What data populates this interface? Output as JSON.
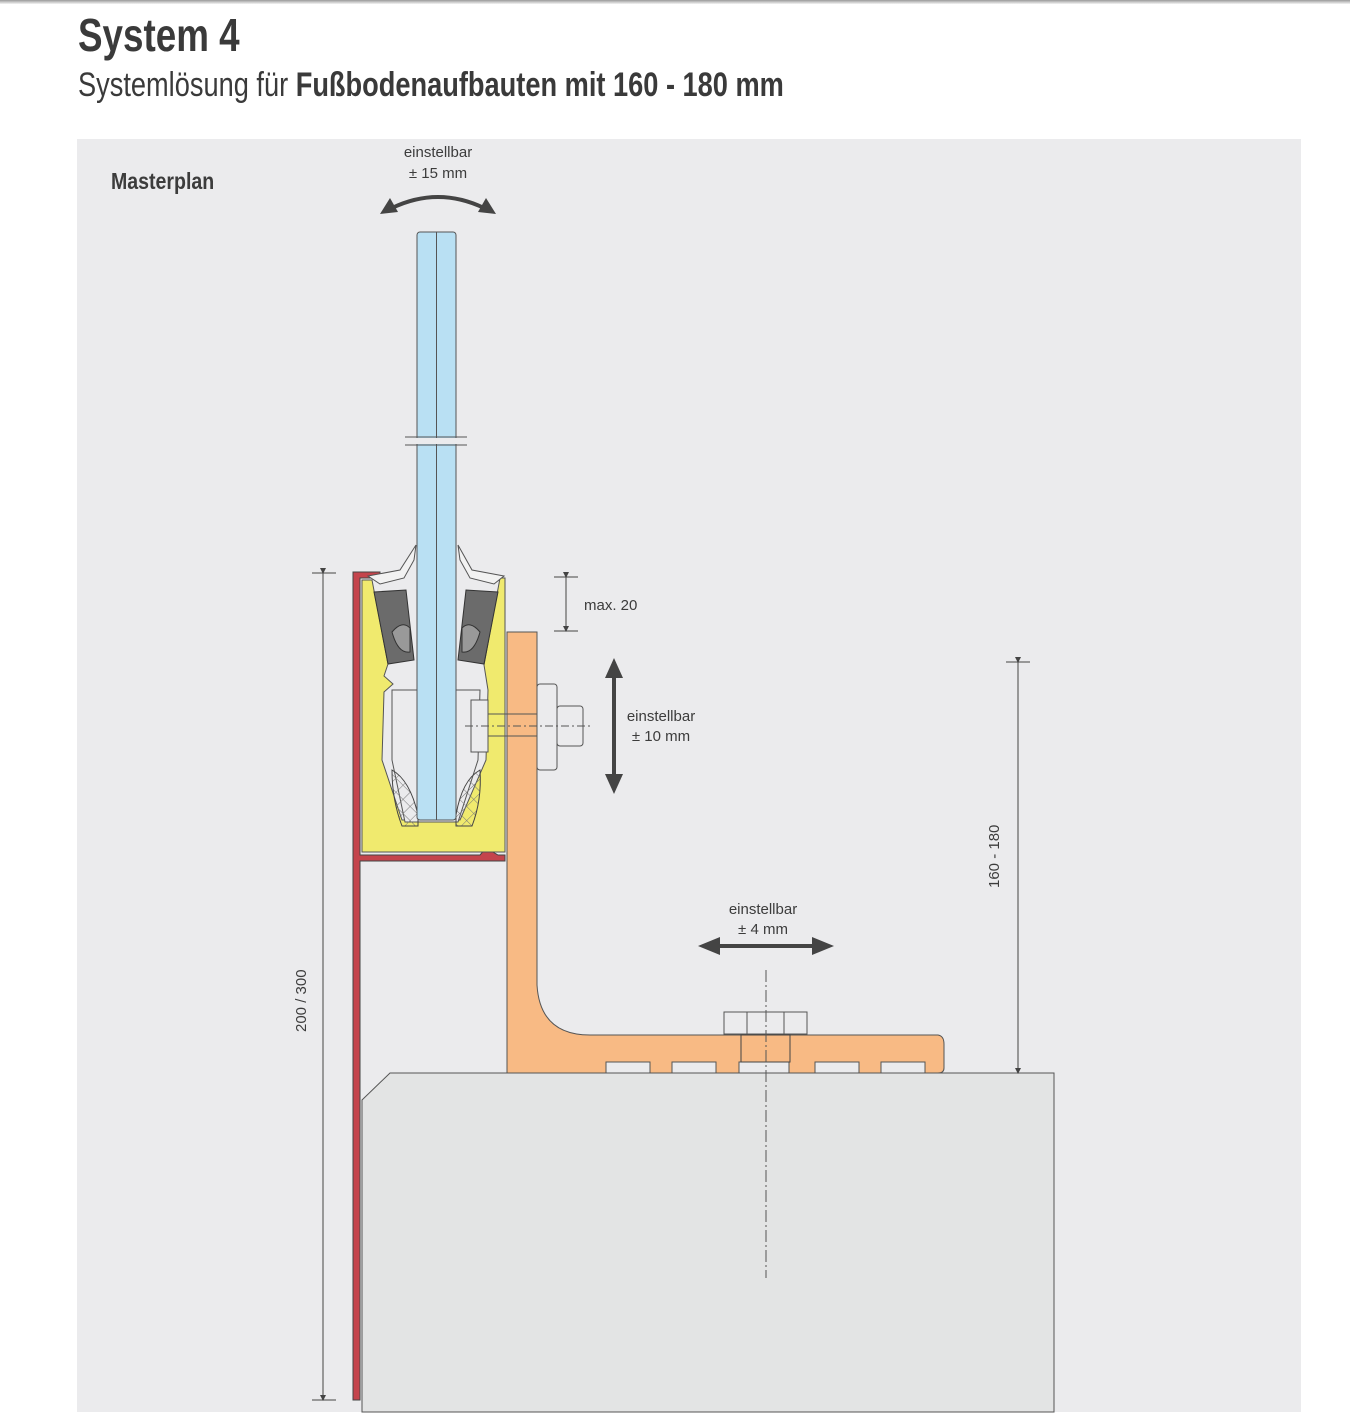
{
  "header": {
    "title": "System 4",
    "subtitle_prefix": "Systemlösung für ",
    "subtitle_bold": "Fußbodenaufbauten mit 160 - 180 mm"
  },
  "diagram": {
    "label": "Masterplan",
    "annotations": {
      "tilt_line1": "einstellbar",
      "tilt_line2": "± 15 mm",
      "max_depth": "max. 20",
      "vertical_line1": "einstellbar",
      "vertical_line2": "± 10 mm",
      "horizontal_line1": "einstellbar",
      "horizontal_line2": "± 4 mm",
      "floor_height": "160 - 180",
      "fascia_height": "200 / 300"
    },
    "colors": {
      "panel": "#ebebed",
      "glass": "#b9e0f3",
      "channel": "#f0ea6e",
      "fascia": "#c4444c",
      "bracket": "#f8ba84",
      "concrete": "#e3e4e4",
      "dark": "#444444"
    }
  }
}
